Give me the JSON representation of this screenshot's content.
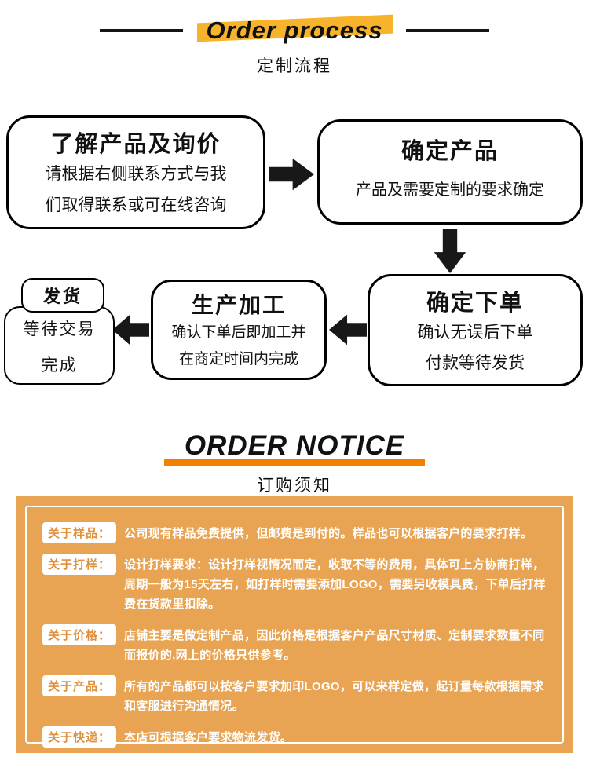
{
  "process": {
    "title_en": "Order process",
    "title_zh": "定制流程",
    "steps": [
      {
        "title": "了解产品及询价",
        "lines": [
          "请根据右侧联系方式与我",
          "们取得联系或可在线咨询"
        ]
      },
      {
        "title": "确定产品",
        "lines": [
          "产品及需要定制的要求确定"
        ]
      },
      {
        "title": "确定下单",
        "lines": [
          "确认无误后下单",
          "付款等待发货"
        ]
      },
      {
        "title": "生产加工",
        "lines": [
          "确认下单后即加工并",
          "在商定时间内完成"
        ]
      },
      {
        "title": "发货",
        "lines": [
          "等待交易",
          "完成"
        ]
      }
    ]
  },
  "notice": {
    "title_en": "ORDER NOTICE",
    "title_zh": "订购须知",
    "items": [
      {
        "label": "关于样品：",
        "text": "公司现有样品免费提供，但邮费是到付的。样品也可以根据客户的要求打样。"
      },
      {
        "label": "关于打样：",
        "text": "设计打样要求：设计打样视情况而定，收取不等的费用，具体可上方协商打样，周期一般为15天左右，如打样时需要添加LOGO，需要另收模具费，下单后打样费在货款里扣除。"
      },
      {
        "label": "关于价格：",
        "text": "店铺主要是做定制产品，因此价格是根据客户产品尺寸材质、定制要求数量不同而报价的,网上的价格只供参考。"
      },
      {
        "label": "关于产品：",
        "text": "所有的产品都可以按客户要求加印LOGO，可以来样定做，起订量每款根据需求和客服进行沟通情况。"
      },
      {
        "label": "关于快递：",
        "text": "本店可根据客户要求物流发货。"
      }
    ]
  },
  "colors": {
    "panel_bg": "#E8A452",
    "title_highlight": "#F6B32B",
    "notice_underline": "#F08200",
    "arrow": "#181818",
    "pill_text": "#E0903A"
  }
}
